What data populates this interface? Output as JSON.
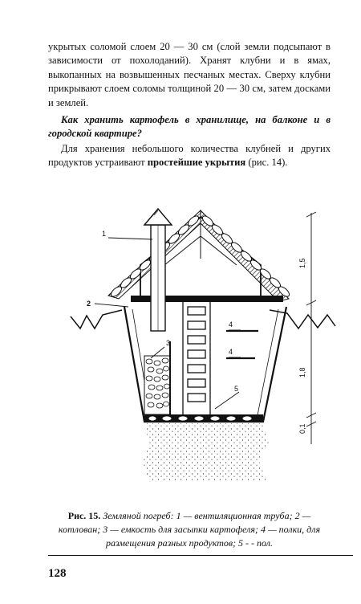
{
  "text": {
    "p1": "укрытых соломой слоем 20 — 30 см (слой земли подсыпают в зависимости от похолоданий). Хранят клубни и в ямах, выкопанных на возвышенных песчаных местах. Сверху клубни прикрывают слоем соломы толщиной 20 — 30 см, затем досками и землей.",
    "p2": "Как хранить картофель в хранилище, на балконе и в городской квартире?",
    "p3_start": "Для хранения небольшого количества клубней и других продуктов устраивают ",
    "p3_bold": "простейшие укрытия",
    "p3_end": " (рис. 14)."
  },
  "figure": {
    "callouts": [
      "1",
      "2",
      "3",
      "4",
      "4",
      "5"
    ],
    "dimensions": [
      "1,5",
      "1,8",
      "0,1"
    ]
  },
  "caption": {
    "label": "Рис. 15.",
    "text": " Земляной погреб: 1 — вентиляционная труба; 2 — котлован; 3 — емкость для засыпки картофеля; 4 — полки, для размещения разных продуктов; 5 - - пол."
  },
  "page_number": "128"
}
